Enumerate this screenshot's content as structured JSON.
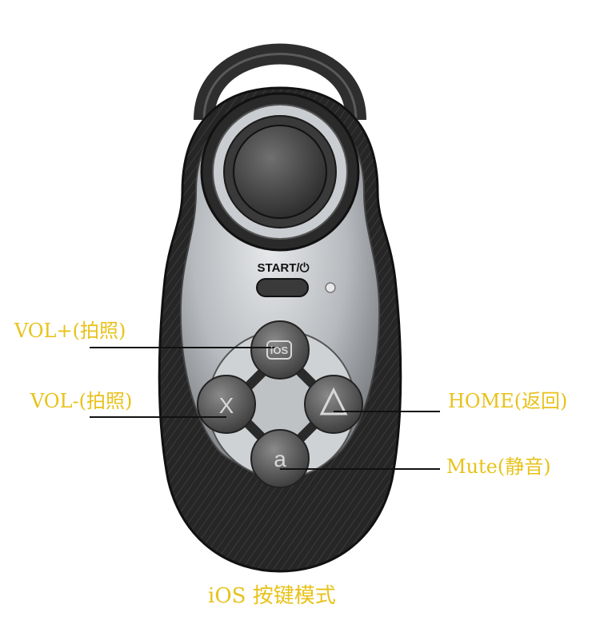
{
  "device": {
    "start_label": "START/⏻",
    "ios_button_text": "iOS",
    "x_button_text": "X",
    "a_button_text": "a",
    "triangle_button_icon": "triangle-icon",
    "joystick_icon": "joystick-icon"
  },
  "callouts": {
    "vol_up": "VOL+(拍照)",
    "vol_down": "VOL-(拍照)",
    "home": "HOME(返回)",
    "mute": "Mute(静音)"
  },
  "caption": "iOS 按键模式",
  "colors": {
    "label": "#e8c21a",
    "body_dark": "#2b2b2b",
    "body_silver": "#b9bcc0"
  }
}
